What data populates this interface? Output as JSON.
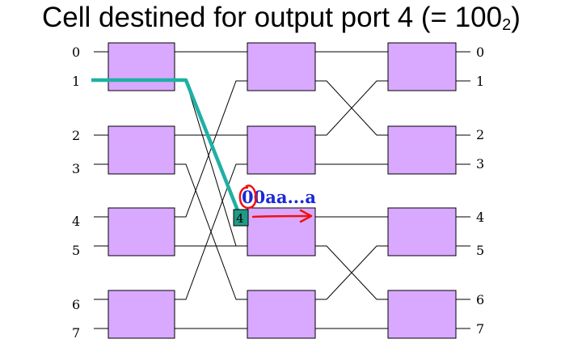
{
  "title": {
    "main": "Cell destined for output port 4 (= 100",
    "subscript": "2",
    "close": ")"
  },
  "input_ports": [
    "0",
    "1",
    "2",
    "3",
    "4",
    "5",
    "6",
    "7"
  ],
  "output_ports": [
    "0",
    "1",
    "2",
    "3",
    "4",
    "5",
    "6",
    "7"
  ],
  "cell": {
    "label": "4",
    "header": "00aa...a"
  },
  "colors": {
    "switch_fill": "#d9a8ff",
    "path": "#1fb0a4",
    "cell": "#1f9a86",
    "header_text": "#1a28d8",
    "annotation": "#f01010"
  }
}
